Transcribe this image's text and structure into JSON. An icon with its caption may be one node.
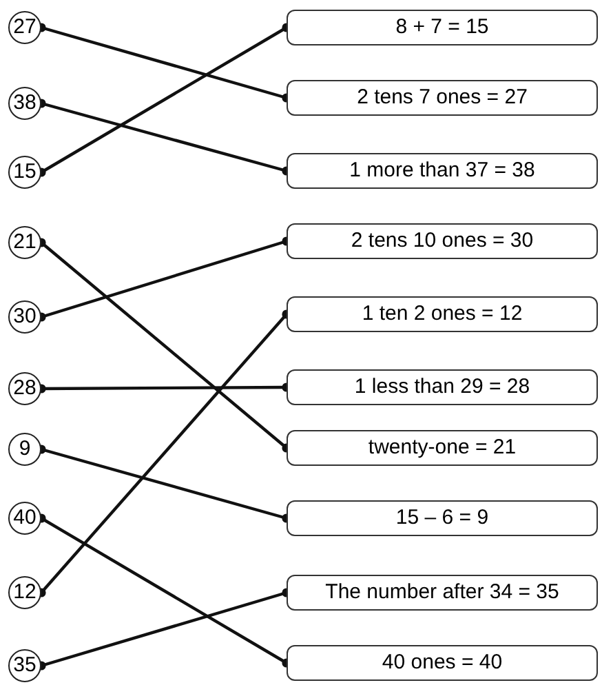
{
  "diagram": {
    "nodes": [
      {
        "text": [
          "27"
        ]
      },
      {
        "text": [
          "38"
        ]
      },
      {
        "text": [
          "15"
        ]
      },
      {
        "text": [
          "21"
        ]
      },
      {
        "text": [
          "30"
        ]
      },
      {
        "text": [
          "28"
        ]
      },
      {
        "text": [
          "9"
        ]
      },
      {
        "text": [
          "40"
        ]
      },
      {
        "text": [
          "12"
        ]
      },
      {
        "text": [
          "35"
        ]
      },
      {
        "text": [
          "8 + 7 = 15"
        ]
      },
      {
        "text": [
          "2 tens 7 ones = 27"
        ]
      },
      {
        "text": [
          "1 more than 37 = 38"
        ]
      },
      {
        "text": [
          "2 tens 10 ones = 30"
        ]
      },
      {
        "text": [
          "1 ten 2 ones = 12"
        ]
      },
      {
        "text": [
          "1 less than 29 = 28"
        ]
      },
      {
        "text": [
          "twenty-one = 21"
        ]
      },
      {
        "text": [
          "15 – 6 = 9"
        ]
      },
      {
        "text": [
          "The number after 34 = 35"
        ]
      },
      {
        "text": [
          "40 ones = 40"
        ]
      }
    ],
    "edges": [
      {
        "from": 0,
        "to": 11,
        "arrow": "other"
      },
      {
        "from": 1,
        "to": 12,
        "arrow": "other"
      },
      {
        "from": 2,
        "to": 10,
        "arrow": "other"
      },
      {
        "from": 3,
        "to": 16,
        "arrow": "other"
      },
      {
        "from": 4,
        "to": 13,
        "arrow": "other"
      },
      {
        "from": 5,
        "to": 15,
        "arrow": "other"
      },
      {
        "from": 6,
        "to": 17,
        "arrow": "other"
      },
      {
        "from": 7,
        "to": 19,
        "arrow": "other"
      },
      {
        "from": 8,
        "to": 14,
        "arrow": "other"
      },
      {
        "from": 9,
        "to": 18,
        "arrow": "other"
      }
    ]
  }
}
